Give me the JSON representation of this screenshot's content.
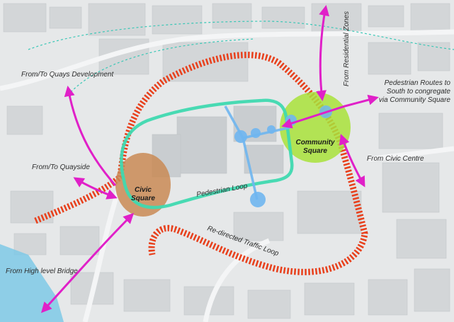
{
  "labels": {
    "quays_development": "From/To Quays Development",
    "quayside": "From/To Quayside",
    "high_level_bridge": "From High level Bridge",
    "residential_zones": "From Residential Zones",
    "pedestrian_routes_1": "Pedestrian Routes to",
    "pedestrian_routes_2": "South to congregate",
    "pedestrian_routes_3": "via Community Square",
    "civic_centre": "From Civic Centre",
    "pedestrian_loop": "Pedestrian Loop",
    "traffic_loop": "Re-directed Traffic Loop",
    "civic_square_1": "Civic",
    "civic_square_2": "Square",
    "community_square_1": "Community",
    "community_square_2": "Square"
  },
  "colors": {
    "pedestrian_arrow": "#e020c8",
    "pedestrian_loop": "#3fd9b0",
    "traffic_loop": "#e8401c",
    "civic_square": "#c98a55",
    "community_square": "#a8e23a",
    "spine": "#6fb6f0"
  }
}
